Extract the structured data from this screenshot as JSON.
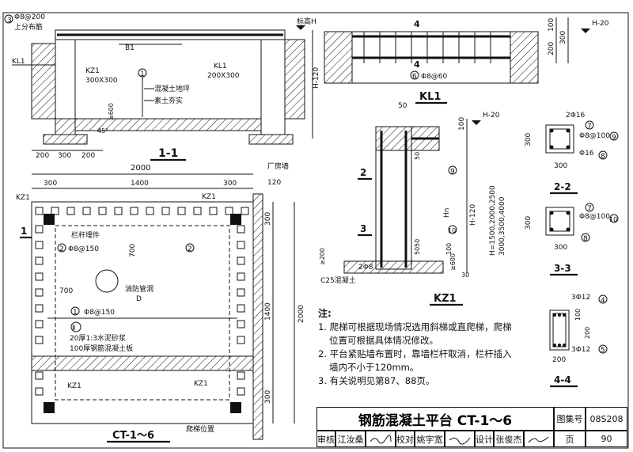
{
  "sheet": {
    "title": "钢筋混凝土平台 CT-1～6",
    "atlas_no_label": "图集号",
    "atlas_no": "08S208",
    "page_label": "页",
    "page_no": "90",
    "signoff": {
      "review_label": "审核",
      "reviewer": "江汝桑",
      "check_label": "校对",
      "checker": "姚宇宽",
      "design_label": "设计",
      "designer": "张俊杰"
    }
  },
  "section_1_1": {
    "label": "1-1",
    "top_rebar": "Φ8@200",
    "top_rebar_note": "上分布筋",
    "marker_3": "3",
    "b1": "B1",
    "kl1_left": "KL1",
    "kz1": "KZ1",
    "kz1_size": "300X300",
    "kl1_right": "KL1",
    "kl1_size": "200X300",
    "marker_1": "1",
    "floor_note": "混凝土地坪",
    "soil_note": "素土夯实",
    "height": "H-120",
    "elevation": "标高H",
    "depth": "≥600",
    "angle": "45°",
    "dims": [
      "200",
      "300",
      "200"
    ]
  },
  "plan": {
    "label": "CT-1～6",
    "width_total": "2000",
    "width_inner": "1400",
    "width_left": "300",
    "width_right": "300",
    "wall_label": "厂房墙",
    "wall_offset": "120",
    "kz1_labels": [
      "KZ1",
      "KZ1",
      "KZ1",
      "KZ1"
    ],
    "railing_note": "栏杆埋件",
    "rebar_2": "Φ8@150",
    "rebar_1": "Φ8@150",
    "marker_2": "2",
    "marker_1": "1",
    "marker_roman_2": "Ⅱ",
    "sleeve_note": "消防管洞",
    "sleeve_d": "D",
    "dim_700_v": "700",
    "dim_700_h": "700",
    "layer1": "20厚1:3水泥砂浆",
    "layer2": "100厚钢筋混凝土板",
    "side_dims": [
      "300",
      "1400",
      "300",
      "2000"
    ],
    "ladder_note": "爬梯位置",
    "cut_1": "1"
  },
  "kl1": {
    "label": "KL1",
    "top_bars": "4",
    "bottom_bars": "4",
    "stirrup": "Φ8@60",
    "marker": "6",
    "level": "H-20",
    "dim_100": "100",
    "dim_200": "200",
    "dim_300": "300"
  },
  "kz1_section": {
    "label": "KZ1",
    "dim_50": "50",
    "level": "H-20",
    "dim_100": "100",
    "height": "H-120",
    "hn": "Hn",
    "h_values": "H=1500,2000,2500",
    "h_values2": "3000,3500,4000",
    "dims_small": [
      "50",
      "50",
      "50",
      "100"
    ],
    "base_rebar": "2Φ8",
    "concrete": "C25混凝土",
    "depth": "≥600",
    "dim_30": "30",
    "dim_200": "≥200",
    "marker_9": "9",
    "marker_10": "10",
    "cut_2": "2",
    "cut_3": "3"
  },
  "sec_2_2": {
    "label": "2-2",
    "top": "2Φ16",
    "stirrup": "Φ8@100",
    "bottom": "Φ16",
    "marker_9": "9",
    "marker_7": "7",
    "marker_8": "8",
    "dim_v": "300",
    "dim_h": "300"
  },
  "sec_3_3": {
    "label": "3-3",
    "stirrup": "Φ8@100",
    "marker_7": "7",
    "marker_10": "10",
    "marker_8": "8",
    "dim_v": "300",
    "dim_h": "300"
  },
  "sec_4_4": {
    "label": "4-4",
    "top": "3Φ12",
    "bottom": "3Φ12",
    "marker_4": "4",
    "marker_5": "5",
    "dim_100": "100",
    "dim_200": "200",
    "dim_h": "200"
  },
  "notes": {
    "title": "注:",
    "items": [
      "1. 爬梯可根据现场情况选用斜梯或直爬梯，爬梯位置可根据具体情况修改。",
      "2. 平台紧贴墙布置时，靠墙栏杆取消，栏杆插入墙内不小于120mm。",
      "3. 有关说明见第87、88页。"
    ]
  }
}
